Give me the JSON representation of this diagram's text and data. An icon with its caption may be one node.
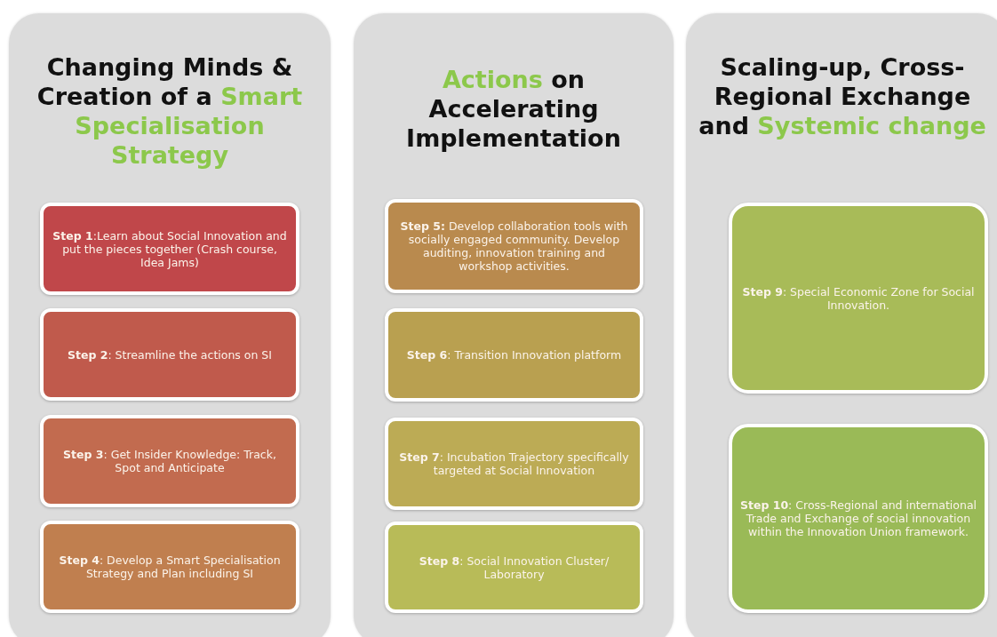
{
  "diagram": {
    "nodes": [
      {
        "text": [
          "Changing Minds & Creation of a *Smart Specialisation Strategy*"
        ]
      },
      {
        "text": [
          "**Step 1**:Learn about Social Innovation and put the pieces together (Crash course, Idea Jams)"
        ],
        "in": 0
      },
      {
        "text": [
          "**Step 2**: Streamline the actions on SI"
        ],
        "in": 0
      },
      {
        "text": [
          "**Step 3**: Get Insider Knowledge: Track, Spot and Anticipate"
        ],
        "in": 0
      },
      {
        "text": [
          "**Step 4**: Develop a Smart Specialisation Strategy and Plan including SI"
        ],
        "in": 0
      },
      {
        "text": [
          "*Actions* on Accelerating Implementation"
        ]
      },
      {
        "text": [
          "**Step 5:** Develop collaboration tools with socially engaged community. Develop auditing, innovation training and workshop activities."
        ],
        "in": 5
      },
      {
        "text": [
          "**Step 6**: Transition Innovation platform"
        ],
        "in": 5
      },
      {
        "text": [
          "**Step 7**: Incubation Trajectory specifically targeted at Social Innovation"
        ],
        "in": 5
      },
      {
        "text": [
          "**Step 8**: Social Innovation Cluster/ Laboratory"
        ],
        "in": 5
      },
      {
        "text": [
          "Scaling-up, Cross-Regional Exchange and *Systemic change*"
        ]
      },
      {
        "text": [
          "**Step 9**: Special Economic Zone for Social Innovation."
        ],
        "in": 10
      },
      {
        "text": [
          "**Step 10**: Cross-Regional and international Trade and Exchange of social innovation within the Innovation Union framework."
        ],
        "in": 10
      }
    ]
  }
}
